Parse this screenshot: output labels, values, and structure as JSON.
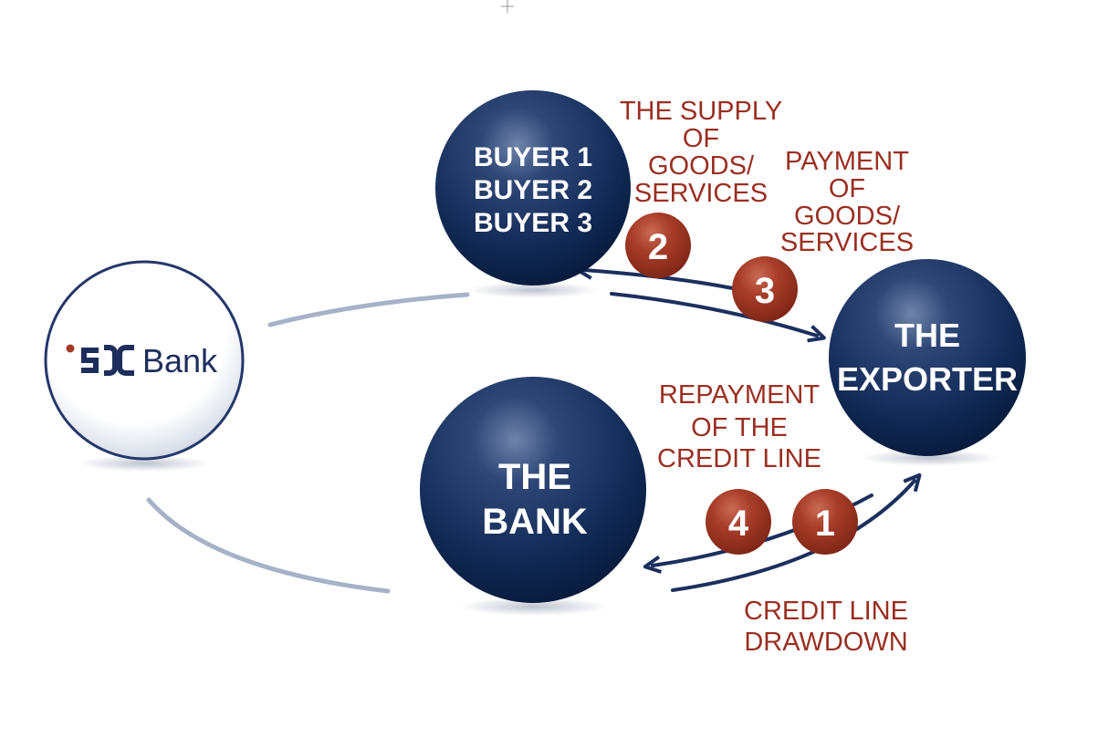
{
  "nodes": {
    "buyers": {
      "lines": [
        "BUYER 1",
        "BUYER 2",
        "BUYER 3"
      ]
    },
    "exporter": {
      "lines": [
        "THE",
        "EXPORTER"
      ]
    },
    "bank": {
      "lines": [
        "THE",
        "BANK"
      ]
    },
    "sid_bank": {
      "logo_mark": "SID",
      "logo_word": "Bank"
    }
  },
  "steps": [
    {
      "number": "1",
      "label_lines": [
        "CREDIT LINE",
        "DRAWDOWN"
      ]
    },
    {
      "number": "2",
      "label_lines": [
        "THE SUPPLY",
        "OF",
        "GOODS/",
        "SERVICES"
      ]
    },
    {
      "number": "3",
      "label_lines": [
        "PAYMENT",
        "OF",
        "GOODS/",
        "SERVICES"
      ]
    },
    {
      "number": "4",
      "label_lines": [
        "REPAYMENT",
        "OF THE",
        "CREDIT LINE"
      ]
    }
  ],
  "colors": {
    "sphere_navy": "#0f2a55",
    "badge_red": "#a33a28",
    "label_red": "#9a2f22",
    "arrow_navy": "#1c2f5e",
    "ring_line": "#a6b2c8"
  }
}
